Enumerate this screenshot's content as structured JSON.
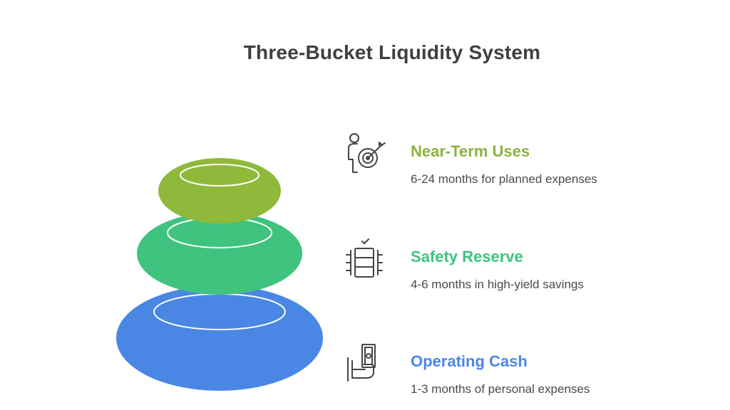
{
  "title": "Three-Bucket Liquidity System",
  "buckets": [
    {
      "label": "Near-Term Uses",
      "description": "6-24 months for planned expenses",
      "color": "#8fb93a",
      "icon": "person-target-icon"
    },
    {
      "label": "Safety Reserve",
      "description": "4-6 months in high-yield savings",
      "color": "#3fc37f",
      "icon": "database-check-icon"
    },
    {
      "label": "Operating Cash",
      "description": "1-3 months of personal expenses",
      "color": "#4a86e4",
      "icon": "cash-in-hand-icon"
    }
  ]
}
